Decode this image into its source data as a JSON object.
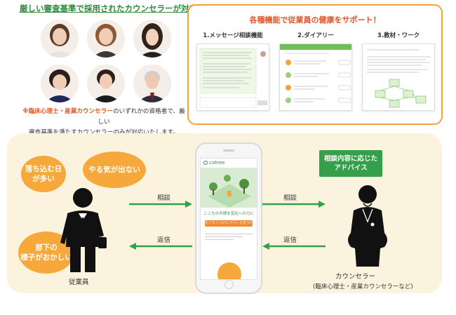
{
  "counselors": {
    "heading": "厳しい審査基準で採用されたカウンセラーが対応",
    "note_mark": "※",
    "note_highlight": "臨床心理士・産業カウンセラー",
    "note_rest_line1": "のいずれかの資格者で、厳しい",
    "note_line2": "審査基準を満たすカウンセラーのみが対応いたします。"
  },
  "features": {
    "title": "各種機能で従業員の健康をサポート！",
    "items": [
      {
        "label": "1.メッセージ相談機能"
      },
      {
        "label": "2.ダイアリー"
      },
      {
        "label": "3.教材・ワーク"
      }
    ]
  },
  "flow": {
    "bubbles": [
      "落ち込む日が多い",
      "やる気が出ない",
      "部下の様子がおかしい"
    ],
    "bubble_lines": [
      [
        "落ち込む日",
        "が多い"
      ],
      [
        "やる気が出ない"
      ],
      [
        "部下の",
        "様子がおかしい"
      ]
    ],
    "consult_left": "相談",
    "consult_right": "相談",
    "reply_left": "返信",
    "reply_right": "返信",
    "advice_line1": "相談内容に応じた",
    "advice_line2": "アドバイス",
    "employee_label": "従業員",
    "counselor_label": "カウンセラー",
    "counselor_sub": "(臨床心理士・産業カウンセラーなど)"
  },
  "phone": {
    "app_name": "cotree",
    "tagline": "ここちの不調を変化への力に",
    "cta": "オンラインカウンセラーを見つける"
  },
  "colors": {
    "accent_orange": "#f6a83a",
    "heading_green": "#2e8b3d",
    "arrow_green": "#34a04a",
    "highlight_red": "#e2562a",
    "panel_bg": "#fcf3de"
  }
}
